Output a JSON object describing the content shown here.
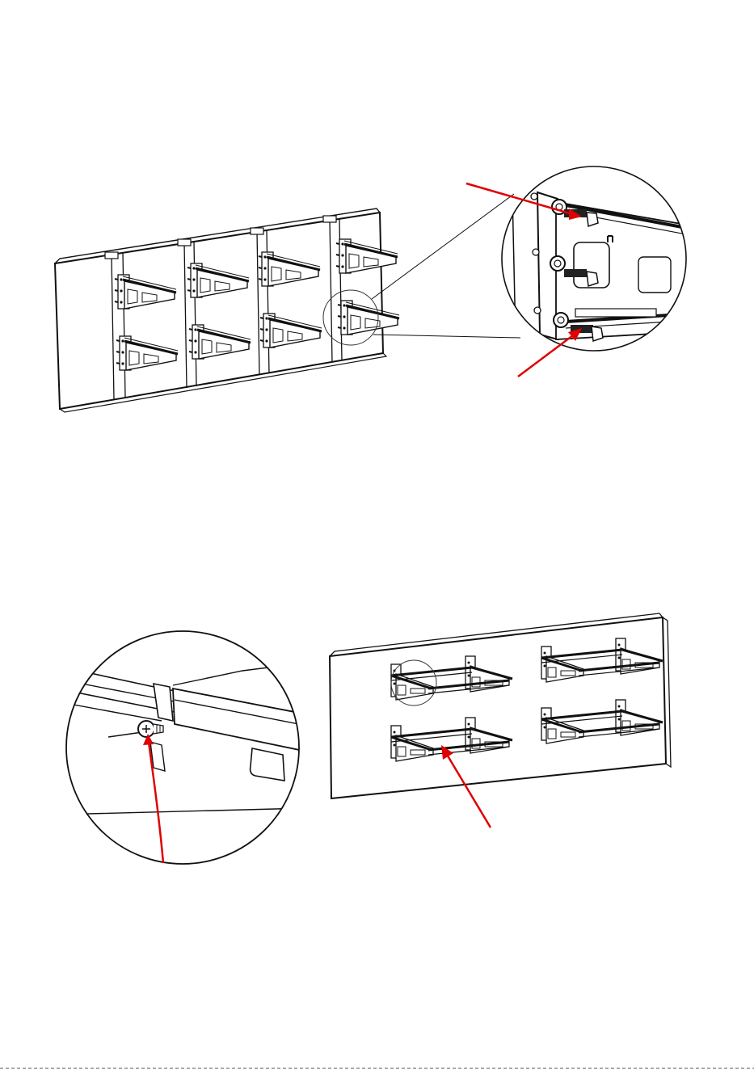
{
  "page": {
    "background": "#ffffff"
  },
  "colors": {
    "line": "#111111",
    "wall_fill": "#ffffff",
    "bracket_fill": "#f2f2f2",
    "arrow": "#e00000",
    "circle_line": "#222222"
  },
  "figure_1": {
    "name": "wall-brackets-overview-with-bolt-detail",
    "panel_columns": 4,
    "bracket_rows": 2,
    "detail_bolts": 3,
    "arrows": 2
  },
  "figure_2": {
    "name": "screw-detail-and-shelf-rails",
    "screw_arrows": 1,
    "shelf_units": 4,
    "rail_arrows": 1
  }
}
